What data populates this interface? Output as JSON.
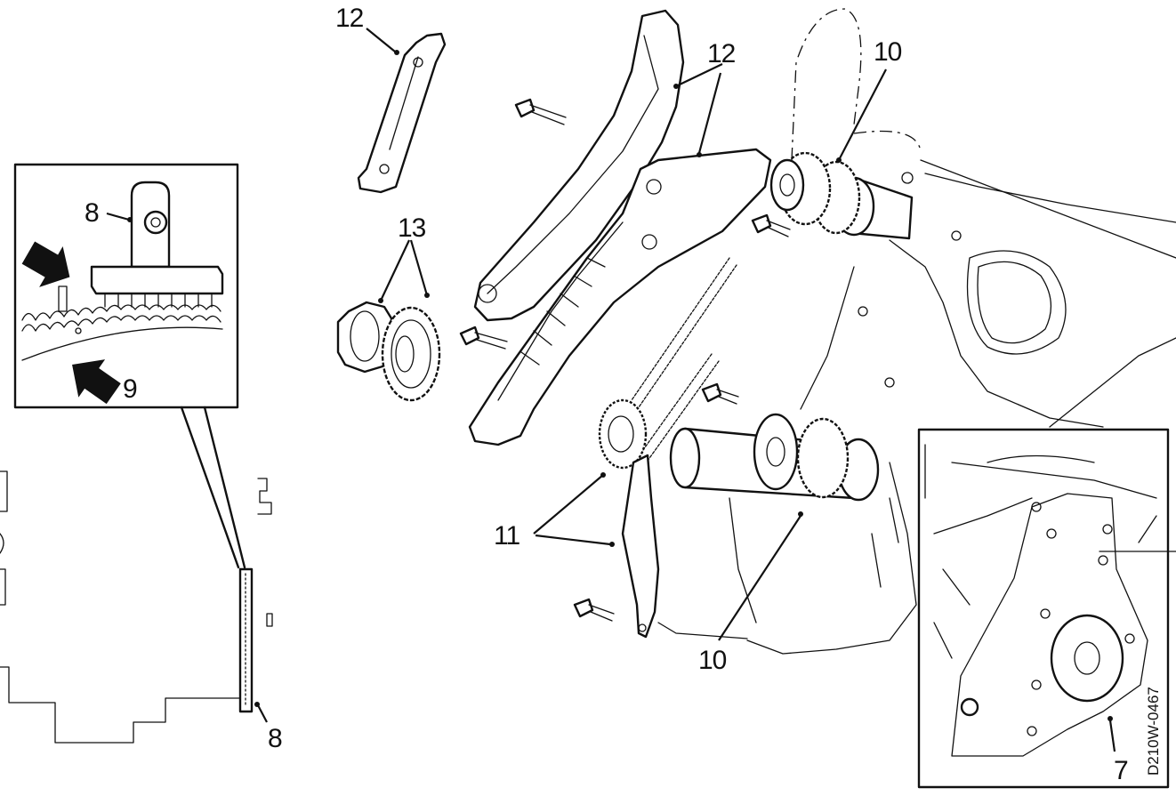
{
  "callouts": {
    "c7": "7",
    "c8_inset": "8",
    "c8_bottom": "8",
    "c9": "9",
    "c10_top": "10",
    "c10_bottom": "10",
    "c11": "11",
    "c12_left": "12",
    "c12_right": "12",
    "c13": "13"
  },
  "drawing_code": "D210W-0467",
  "colors": {
    "ink": "#111111",
    "paper": "#ffffff"
  }
}
